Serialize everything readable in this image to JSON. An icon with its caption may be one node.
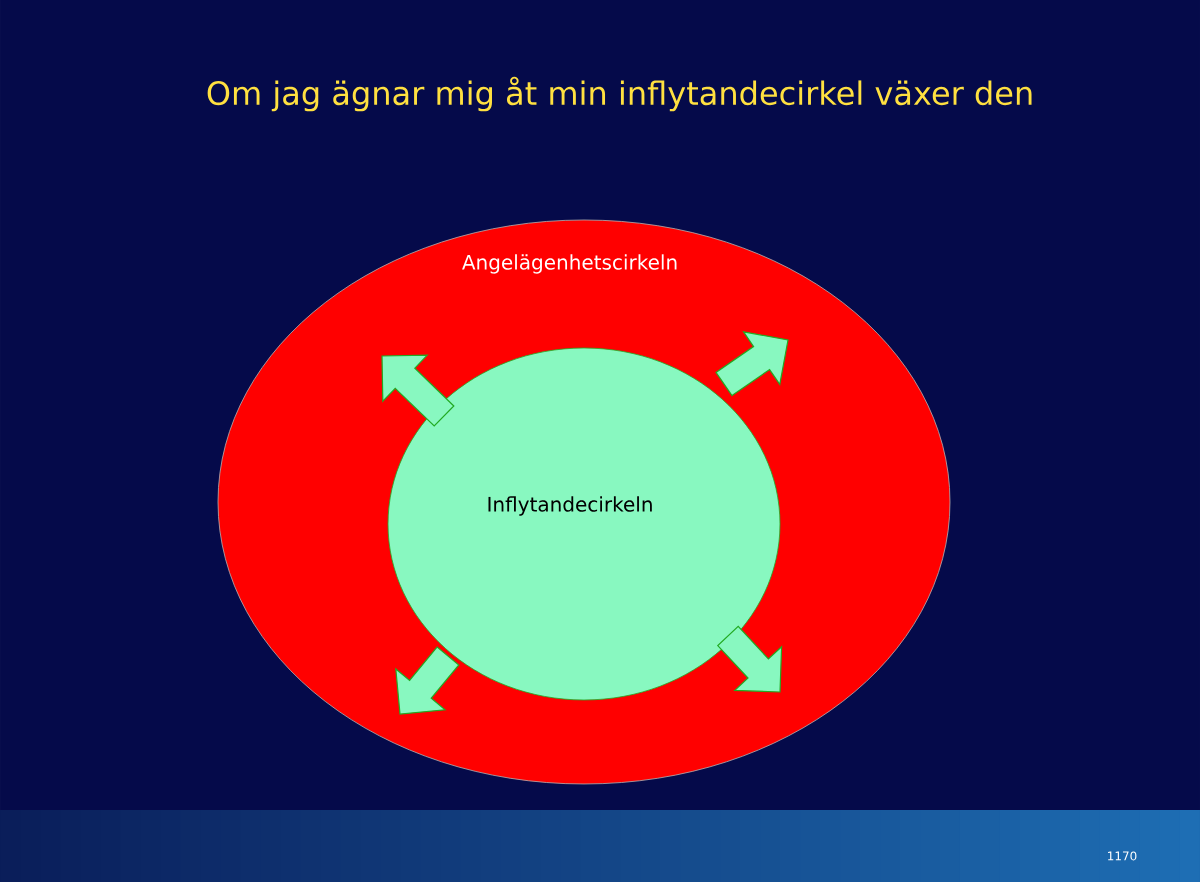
{
  "diagram": {
    "title": "Om jag ägnar mig åt min inflytandecirkel växer den",
    "nodes": [
      {
        "text": [
          "Angelägenhetscirkeln"
        ]
      },
      {
        "text": [
          "Inflytandecirkeln"
        ],
        "in": 0
      }
    ],
    "labels": [
      "1170"
    ]
  }
}
